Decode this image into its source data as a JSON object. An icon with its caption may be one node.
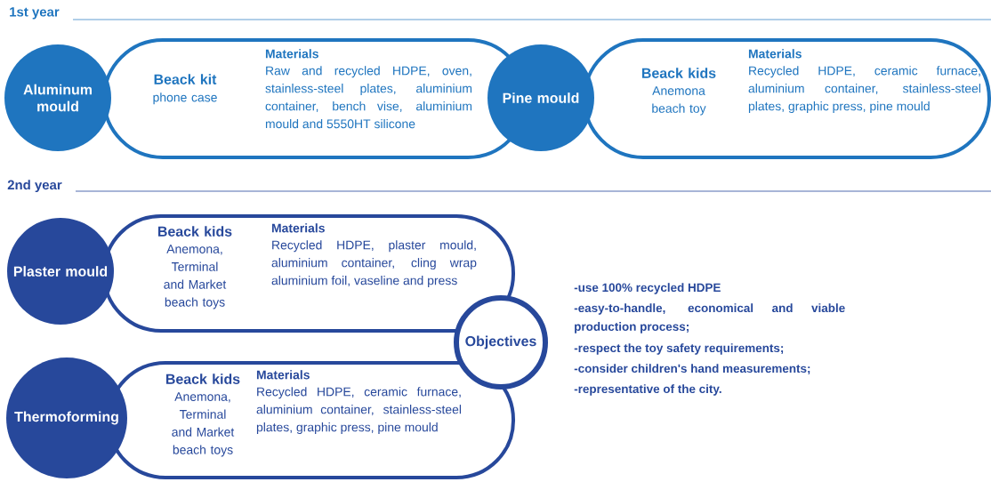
{
  "diagram": {
    "nodes": [
      {
        "text": [
          "Aluminum mould"
        ]
      },
      {
        "text": [
          "Beack kit",
          "phone case",
          "Materials",
          "Raw and recycled HDPE, oven, stainless-steel plates, aluminium container, bench vise, aluminium mould and 5550HT silicone"
        ]
      },
      {
        "text": [
          "Pine mould"
        ]
      },
      {
        "text": [
          "Beack kids",
          "Anemona beach toy",
          "Materials",
          "Recycled HDPE, ceramic furnace, aluminium container, stainless-steel plates, graphic press, pine mould"
        ]
      },
      {
        "text": [
          "Plaster mould"
        ]
      },
      {
        "text": [
          "Beack kids",
          "Anemona, Terminal and Market beach toys",
          "Materials",
          "Recycled HDPE, plaster mould, aluminium container, cling wrap aluminium foil, vaseline and press"
        ]
      },
      {
        "text": [
          "Thermoforming"
        ]
      },
      {
        "text": [
          "Beack kids",
          "Anemona, Terminal and Market beach toys",
          "Materials",
          "Recycled HDPE, ceramic furnace, aluminium container, stainless-steel plates, graphic press, pine mould"
        ]
      },
      {
        "text": [
          "Objectives"
        ]
      }
    ],
    "labels": [
      "1st year",
      "2nd year",
      "-use 100% recycled HDPE",
      "-easy-to-handle, economical and viable production process;",
      "-respect the toy safety requirements;",
      "-consider children's hand measurements;",
      "-representative of the city."
    ]
  }
}
